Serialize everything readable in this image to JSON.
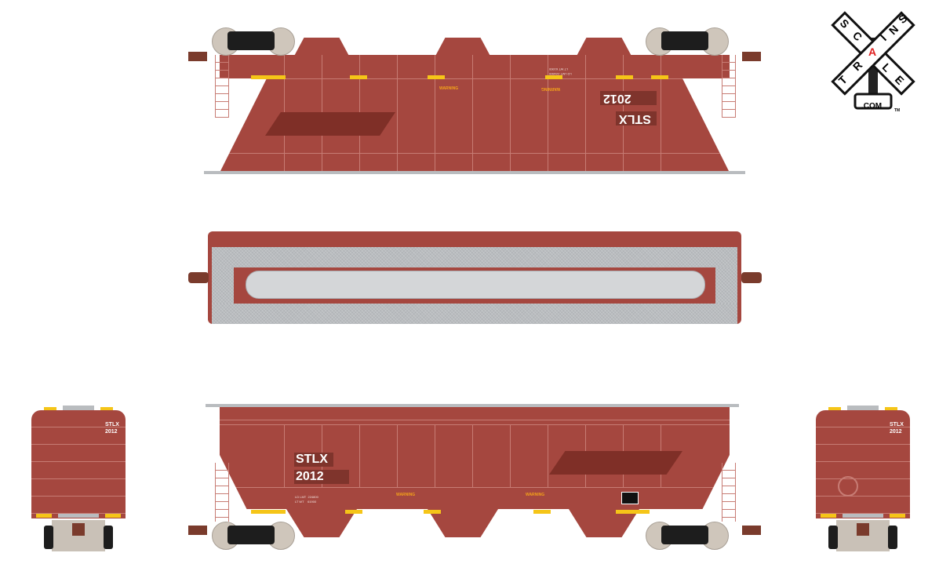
{
  "logo": {
    "brand_letters_top": [
      "S",
      "C",
      "A",
      "L",
      "E"
    ],
    "brand_letters_cross": [
      "T",
      "R",
      "A",
      "I",
      "N",
      "S"
    ],
    "highlight_letter": "A",
    "domain": ".COM",
    "trademark": "TM",
    "colors": {
      "sign": "#ffffff",
      "outline": "#111111",
      "highlight": "#e02020"
    }
  },
  "car": {
    "reporting_mark": "STLX",
    "number": "2012",
    "load_limit_label": "LD LMT",
    "load_limit_value": "224800",
    "light_weight_label": "LT WT",
    "light_weight_value": "61900",
    "warning_label": "WARNING",
    "colors": {
      "body": "#a5473f",
      "shadow_band": "#7f2f27",
      "walkway": "#b9bcbf",
      "reflector": "#f5c518",
      "wheel": "#cfc6bb"
    }
  },
  "views": {
    "top_side": {
      "name": "Side view (B-end, mirrored lettering)"
    },
    "roof": {
      "name": "Roof / top-down view"
    },
    "bottom_side": {
      "name": "Side view (A-end)"
    },
    "left_end": {
      "name": "End view (A-end)",
      "mark": "STLX",
      "number": "2012"
    },
    "right_end": {
      "name": "End view (B-end)",
      "mark": "STLX",
      "number": "2012"
    }
  }
}
